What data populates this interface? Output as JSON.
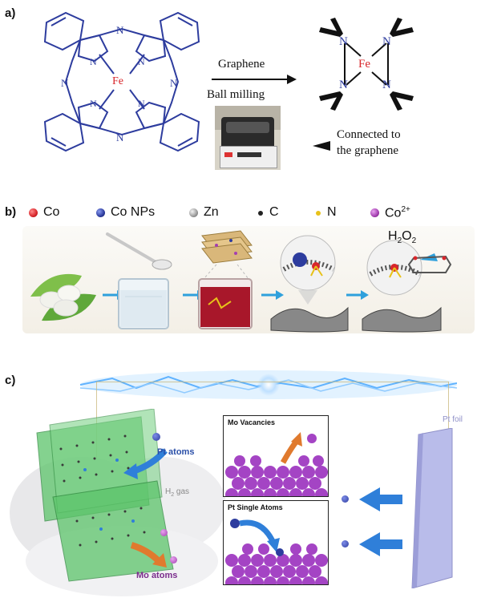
{
  "panel_a": {
    "label": "a)",
    "fe_label": "Fe",
    "n_label": "N",
    "arrow_top_label": "Graphene",
    "arrow_bottom_label": "Ball milling",
    "connected_label_line1": "Connected to",
    "connected_label_line2": "the graphene",
    "molecule_color": "#2d3c9e",
    "fe_color": "#d8262b"
  },
  "panel_b": {
    "label": "b)",
    "legend": [
      {
        "symbol": "red-sphere",
        "text": "Co",
        "color": "#d8262b"
      },
      {
        "symbol": "blue-sphere",
        "text": "Co NPs",
        "color": "#2d3c9e"
      },
      {
        "symbol": "gray-sphere",
        "text": "Zn",
        "color": "#9b9b9b"
      },
      {
        "symbol": "black-dot",
        "text": "C",
        "color": "#222222"
      },
      {
        "symbol": "yellow-dot",
        "text": "N",
        "color": "#e8c21a"
      },
      {
        "symbol": "purple-sphere",
        "text": "Co",
        "superscript": "2+",
        "color": "#a43fb0"
      }
    ],
    "h2o2_label": "H",
    "h2o2_sub1": "2",
    "h2o2_mid": "O",
    "h2o2_sub2": "2"
  },
  "panel_c": {
    "label": "c)",
    "pt_atoms_label": "Pt atoms",
    "h2_gas_label_pre": "H",
    "h2_gas_sub": "2",
    "h2_gas_label_post": " gas",
    "mo_atoms_label": "Mo atoms",
    "pt_foil_label": "Pt foil",
    "inset1_title": "Mo Vacancies",
    "inset2_title": "Pt Single Atoms",
    "lattice_color": "#a444c4",
    "arrow_color": "#2f7fd9"
  }
}
